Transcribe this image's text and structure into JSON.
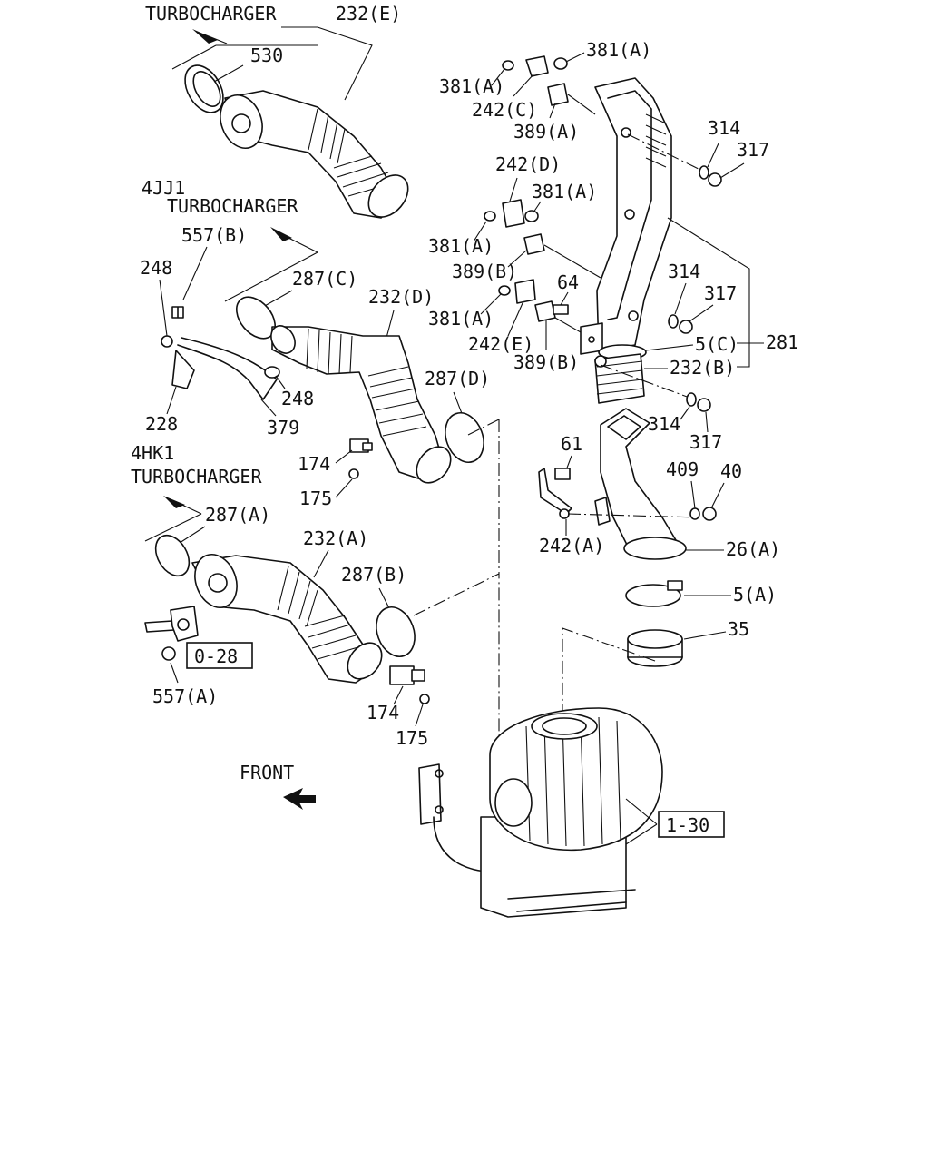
{
  "labels": {
    "turbocharger_top": "TURBOCHARGER",
    "engine_4jj1": "4JJ1",
    "turbocharger_4jj1": "TURBOCHARGER",
    "engine_4hk1": "4HK1",
    "turbocharger_4hk1": "TURBOCHARGER",
    "front": "FRONT",
    "ref_028": "0-28",
    "ref_130": "1-30",
    "p232e": "232(E)",
    "p530": "530",
    "p557b": "557(B)",
    "p248a": "248",
    "p248b": "248",
    "p287c": "287(C)",
    "p232d": "232(D)",
    "p228": "228",
    "p379": "379",
    "p287d": "287(D)",
    "p174a": "174",
    "p175a": "175",
    "p287a": "287(A)",
    "p232a": "232(A)",
    "p287b": "287(B)",
    "p557a": "557(A)",
    "p174b": "174",
    "p175b": "175",
    "p381a1": "381(A)",
    "p381a2": "381(A)",
    "p242c": "242(C)",
    "p389a": "389(A)",
    "p314a": "314",
    "p317a": "317",
    "p242d": "242(D)",
    "p381a3": "381(A)",
    "p381a4": "381(A)",
    "p389b1": "389(B)",
    "p64": "64",
    "p381a5": "381(A)",
    "p242e": "242(E)",
    "p389b2": "389(B)",
    "p314b": "314",
    "p317b": "317",
    "p5c": "5(C)",
    "p281": "281",
    "p232b": "232(B)",
    "p314c": "314",
    "p317c": "317",
    "p61": "61",
    "p409": "409",
    "p40": "40",
    "p242a": "242(A)",
    "p26a": "26(A)",
    "p5a": "5(A)",
    "p35": "35"
  },
  "colors": {
    "ink": "#111111",
    "paper": "#ffffff"
  },
  "icons": {
    "front_arrow": "front-arrow-icon"
  }
}
